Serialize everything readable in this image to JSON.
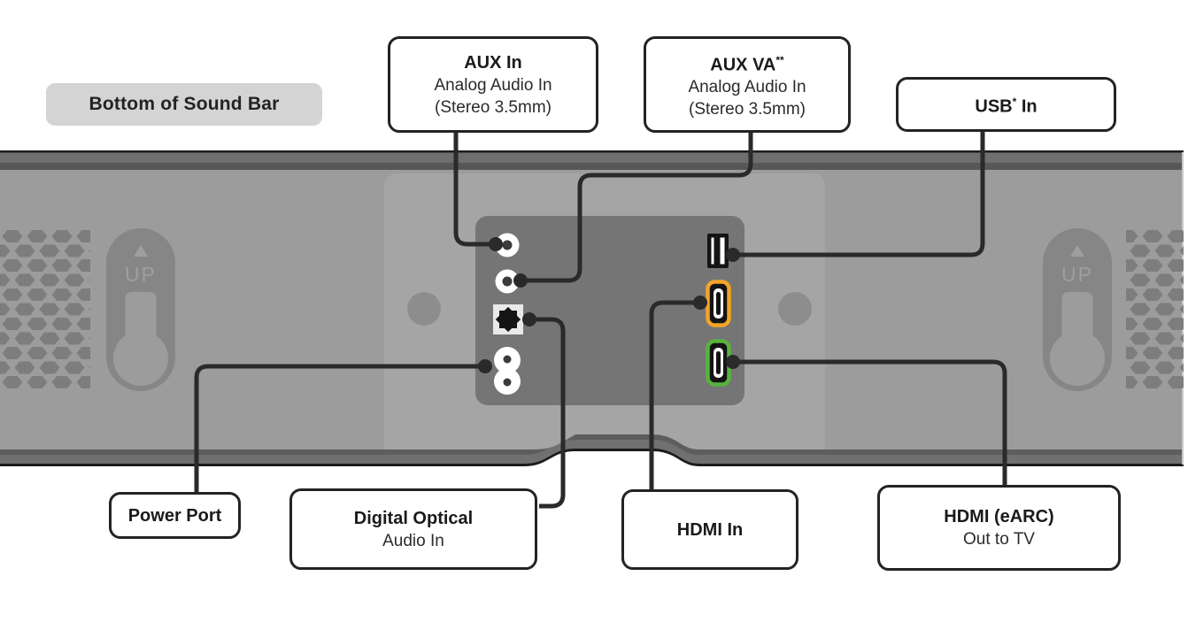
{
  "diagram_label": "Bottom of Sound Bar",
  "soundbar": {
    "up_label": "UP"
  },
  "colors": {
    "hdmi_in_outline": "#F4A427",
    "hdmi_earc_outline": "#57B33C"
  },
  "callouts": {
    "aux_in": {
      "title": "AUX In",
      "line1": "Analog Audio In",
      "line2": "(Stereo 3.5mm)"
    },
    "aux_va": {
      "title": "AUX VA",
      "title_sup": "**",
      "line1": "Analog Audio In",
      "line2": "(Stereo 3.5mm)"
    },
    "usb": {
      "title": "USB",
      "title_sup": "*",
      "title_suffix": " In"
    },
    "power": {
      "title": "Power Port"
    },
    "optical": {
      "title": "Digital Optical",
      "line1": "Audio In"
    },
    "hdmi_in": {
      "title": "HDMI In"
    },
    "hdmi_earc": {
      "title": "HDMI (eARC)",
      "line1": "Out to TV"
    }
  }
}
